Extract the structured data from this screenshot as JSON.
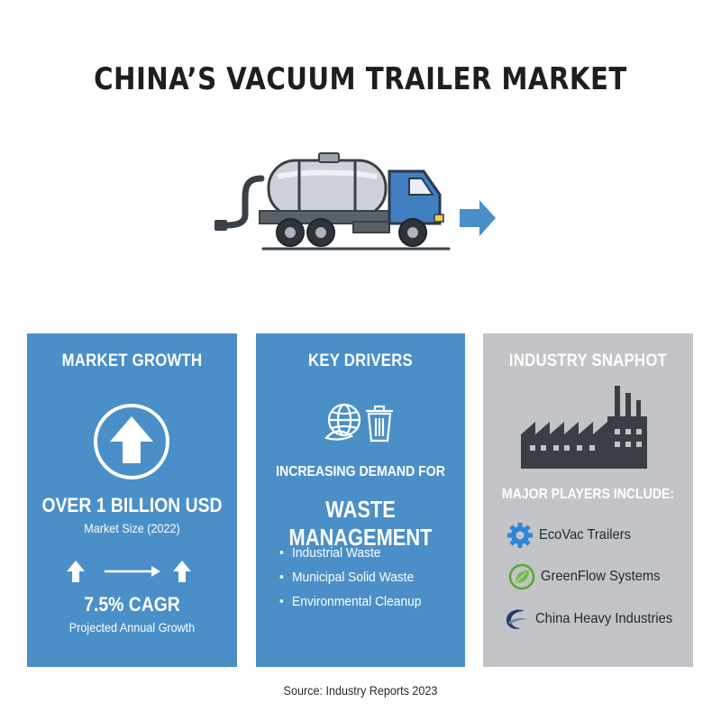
{
  "title": "CHINA’S VACUUM TRAILER MARKET",
  "colors": {
    "panel_blue": "#4a8fc7",
    "panel_grey": "#c2c4c7",
    "truck_cab": "#3f7fc0",
    "title": "#1e1e1e"
  },
  "panels": {
    "growth": {
      "title": "MARKET GROWTH",
      "icon": "up-arrow-circle-icon",
      "headline": "OVER 1 BILLION USD",
      "headline_sub": "Market Size (2022)",
      "cagr": "7.5% CAGR",
      "cagr_sub": "Projected Annual Growth"
    },
    "drivers": {
      "title": "KEY DRIVERS",
      "icon": "globe-and-trash-bin-icon",
      "lead": "INCREASING DEMAND FOR",
      "highlight": "WASTE MANAGEMENT",
      "items": [
        "Industrial Waste",
        "Municipal Solid Waste",
        "Environmental Cleanup"
      ]
    },
    "snapshot": {
      "title": "INDUSTRY SNAPHOT",
      "icon": "factory-icon",
      "players_label": "MAJOR PLAYERS INCLUDE:",
      "players": [
        {
          "name": "EcoVac Trailers",
          "icon": "gear-icon"
        },
        {
          "name": "GreenFlow Systems",
          "icon": "leaf-icon"
        },
        {
          "name": "China Heavy Industries",
          "icon": "swoosh-logo-icon"
        }
      ]
    }
  },
  "source": "Source: Industry Reports 2023"
}
